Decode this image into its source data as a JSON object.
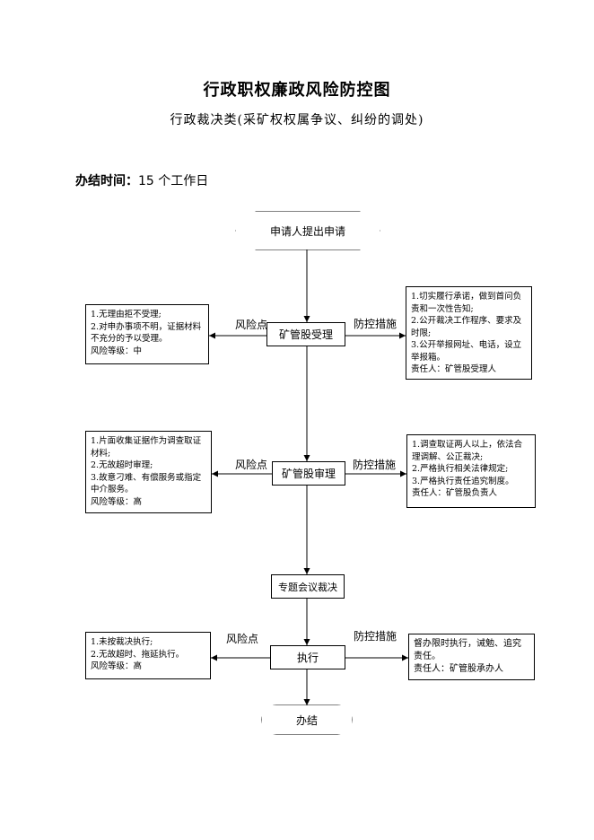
{
  "title": "行政职权廉政风险防控图",
  "subtitle": "行政裁决类(采矿权权属争议、纠纷的调处)",
  "deadline": {
    "label": "办结时间：",
    "value": "15 个工作日"
  },
  "nodes": {
    "start": "申请人提出申请",
    "step1": "矿管股受理",
    "step2": "矿管股审理",
    "step3": "专题会议裁决",
    "step4": "执行",
    "end": "办结"
  },
  "labels": {
    "risk": "风险点",
    "prevent": "防控措施"
  },
  "risk_notes": {
    "step1": [
      "1.无理由拒不受理;",
      "2.对申办事项不明，证据材料不充分的予以受理。",
      "风险等级：中"
    ],
    "step2": [
      "1.片面收集证据作为调查取证材料;",
      "2.无故超时审理;",
      "3.故意刁难、有偿服务或指定中介服务。",
      "风险等级：高"
    ],
    "step4": [
      "1.未按裁决执行;",
      "2.无故超时、拖延执行。",
      "风险等级：高"
    ]
  },
  "prevent_notes": {
    "step1": [
      "1.切实履行承诺，做到首问负责和一次性告知;",
      "2.公开裁决工作程序、要求及时限;",
      "3.公开举报网址、电话，设立举报箱。",
      "责任人：矿管股受理人"
    ],
    "step2": [
      "1.调查取证两人以上，依法合理调解、公正裁决;",
      "2.严格执行相关法律规定;",
      "3.严格执行责任追究制度。",
      "责任人：矿管股负责人"
    ],
    "step4": [
      "督办限时执行，诫勉、追究责任。",
      "责任人：矿管股承办人"
    ]
  }
}
